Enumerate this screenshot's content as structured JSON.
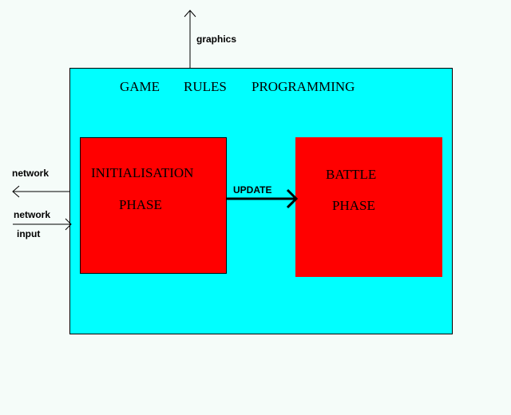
{
  "diagram": {
    "container": {
      "title_words": [
        "GAME",
        "RULES",
        "PROGRAMMING"
      ],
      "fill": "#00ffff"
    },
    "phases": [
      {
        "line1": "INITIALISATION",
        "line2": "PHASE",
        "fill": "#ff0000"
      },
      {
        "line1": "BATTLE",
        "line2": "PHASE",
        "fill": "#ff0000"
      }
    ],
    "update_label": "UPDATE",
    "outputs": {
      "graphics": "graphics",
      "network": "network"
    },
    "inputs": {
      "network_line1": "network",
      "network_line2": "input"
    }
  }
}
